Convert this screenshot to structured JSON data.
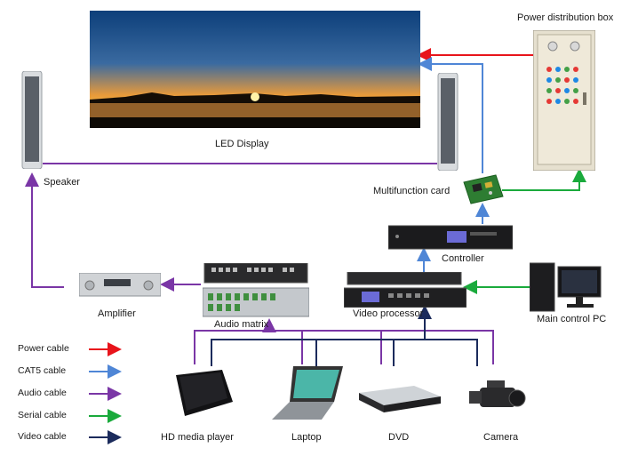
{
  "labels": {
    "led_display": "LED Display",
    "power_distribution_box": "Power distribution box",
    "speaker": "Speaker",
    "multifunction_card": "Multifunction card",
    "controller": "Controller",
    "amplifier": "Amplifier",
    "audio_matrix": "Audio  matrix",
    "video_processor": "Video processor",
    "main_control_pc": "Main control PC",
    "hd_media_player": "HD media player",
    "laptop": "Laptop",
    "dvd": "DVD",
    "camera": "Camera"
  },
  "legend": [
    {
      "label": "Power cable",
      "color": "#e8141b"
    },
    {
      "label": "CAT5 cable",
      "color": "#4f86d6"
    },
    {
      "label": "Audio cable",
      "color": "#7a36a6"
    },
    {
      "label": "Serial cable",
      "color": "#1aaa3c"
    },
    {
      "label": "Video cable",
      "color": "#1b2b5c"
    }
  ],
  "colors": {
    "power": "#e8141b",
    "cat5": "#4f86d6",
    "audio": "#7a36a6",
    "serial": "#1aaa3c",
    "video": "#1b2b5c"
  },
  "icons": [
    "led-screen-icon",
    "speaker-icon",
    "cabinet-icon",
    "circuit-board-icon",
    "rack-unit-icon",
    "amplifier-icon",
    "matrix-icon",
    "processor-icon",
    "pc-icon",
    "media-player-icon",
    "laptop-icon",
    "dvd-icon",
    "camera-icon"
  ]
}
